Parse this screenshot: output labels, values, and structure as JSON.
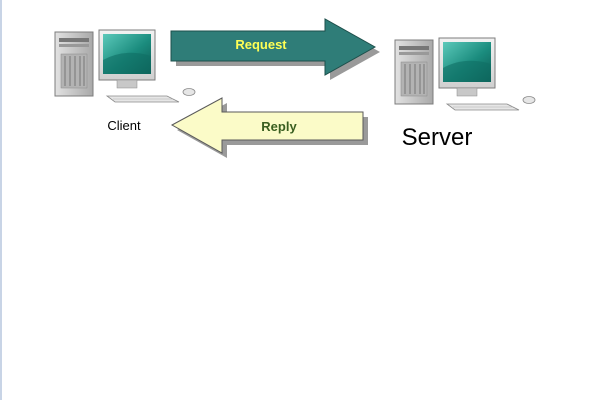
{
  "nodes": {
    "client": {
      "label": "Client",
      "icon": "desktop-computer-icon"
    },
    "server": {
      "label": "Server",
      "icon": "desktop-computer-icon"
    }
  },
  "arrows": {
    "request": {
      "label": "Request",
      "direction": "client-to-server",
      "fill_color": "#2f7d78",
      "text_color": "#ffff55"
    },
    "reply": {
      "label": "Reply",
      "direction": "server-to-client",
      "fill_color": "#fbfbc8",
      "text_color": "#3a5f20"
    }
  },
  "colors": {
    "shadow": "#9a9a9a",
    "tower": "#c7c7c7",
    "screen": "#1b8c7e"
  }
}
